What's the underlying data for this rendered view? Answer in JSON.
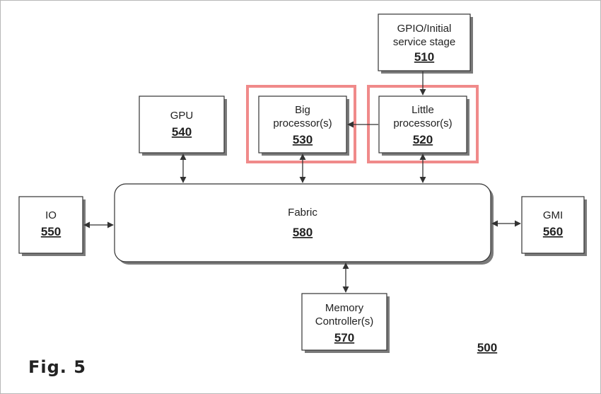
{
  "figure": {
    "label": "Fig. 5",
    "ref": "500"
  },
  "blocks": {
    "gpio": {
      "line1": "GPIO/Initial",
      "line2": "service stage",
      "ref": "510"
    },
    "little": {
      "line1": "Little",
      "line2": "processor(s)",
      "ref": "520"
    },
    "big": {
      "line1": "Big",
      "line2": "processor(s)",
      "ref": "530"
    },
    "gpu": {
      "line1": "GPU",
      "ref": "540"
    },
    "io": {
      "line1": "IO",
      "ref": "550"
    },
    "gmi": {
      "line1": "GMI",
      "ref": "560"
    },
    "memory": {
      "line1": "Memory",
      "line2": "Controller(s)",
      "ref": "570"
    },
    "fabric": {
      "line1": "Fabric",
      "ref": "580"
    }
  },
  "colors": {
    "highlight": "#f08a8a",
    "stroke": "#333333",
    "shadow": "#7a7a7a"
  }
}
